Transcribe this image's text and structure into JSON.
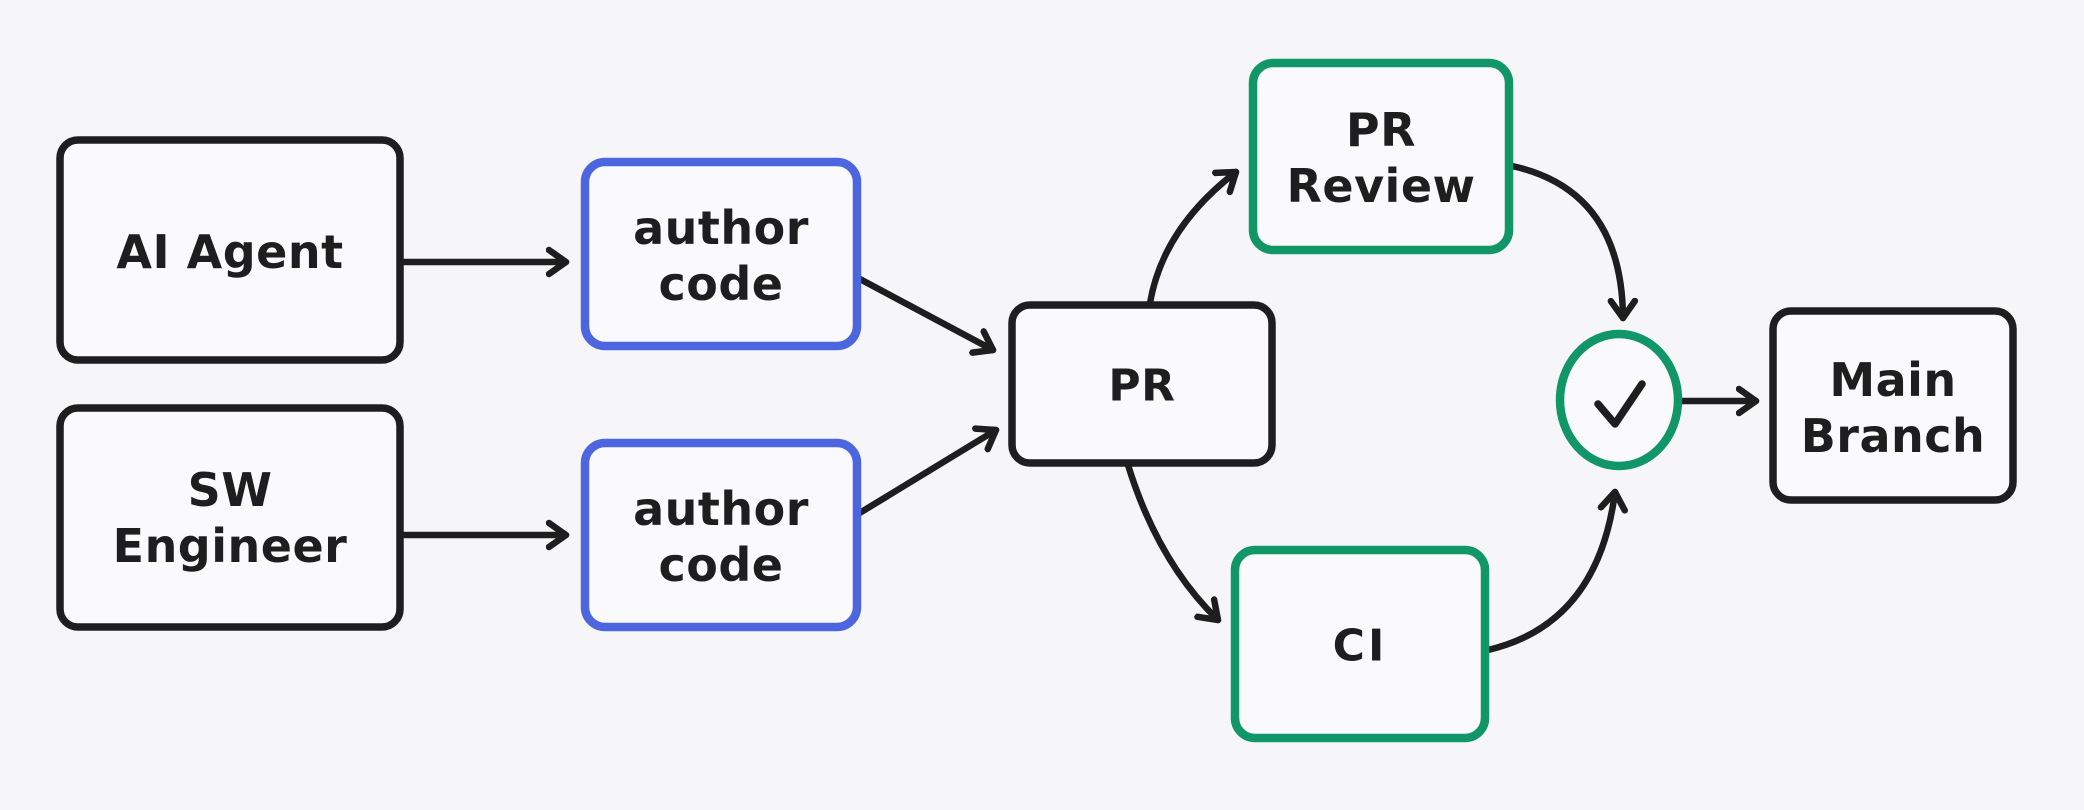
{
  "canvas": {
    "background_color": "#f6f6f9",
    "node_fill_color": "#fafafd"
  },
  "palette": {
    "ink": "#1e1e1e",
    "blue": "#4d66df",
    "green": "#109667"
  },
  "nodes": {
    "ai_agent": {
      "label": "AI Agent",
      "border": "#1e1e1e"
    },
    "sw_engineer": {
      "line1": "SW",
      "line2": "Engineer",
      "border": "#1e1e1e"
    },
    "author_code_top": {
      "line1": "author",
      "line2": "code",
      "border": "#4d66df"
    },
    "author_code_bottom": {
      "line1": "author",
      "line2": "code",
      "border": "#4d66df"
    },
    "pr": {
      "label": "PR",
      "border": "#1e1e1e"
    },
    "pr_review": {
      "line1": "PR",
      "line2": "Review",
      "border": "#109667"
    },
    "ci": {
      "label": "CI",
      "border": "#109667"
    },
    "approval_check": {
      "icon": "check-icon",
      "border": "#109667"
    },
    "main_branch": {
      "line1": "Main",
      "line2": "Branch",
      "border": "#1e1e1e"
    }
  },
  "edges": [
    {
      "from": "ai-agent",
      "to": "author-code-top"
    },
    {
      "from": "sw-engineer",
      "to": "author-code-bottom"
    },
    {
      "from": "author-code-top",
      "to": "pr"
    },
    {
      "from": "author-code-bottom",
      "to": "pr"
    },
    {
      "from": "pr",
      "to": "pr-review"
    },
    {
      "from": "pr",
      "to": "ci"
    },
    {
      "from": "pr-review",
      "to": "approval-check"
    },
    {
      "from": "ci",
      "to": "approval-check"
    },
    {
      "from": "approval-check",
      "to": "main-branch"
    }
  ]
}
